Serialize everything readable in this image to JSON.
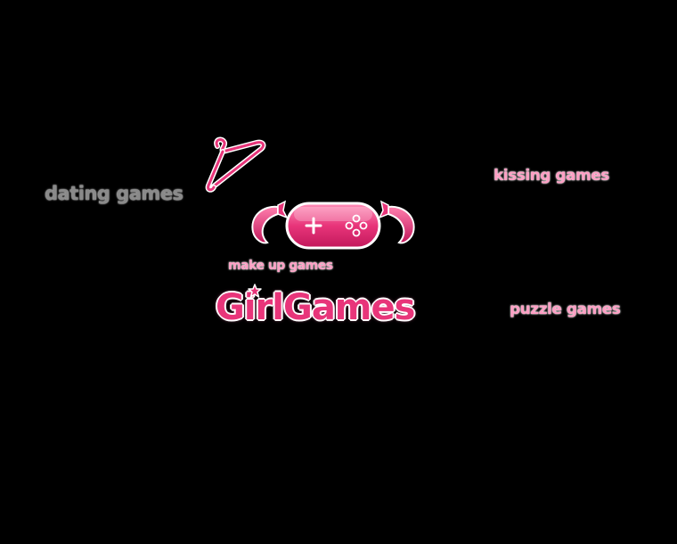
{
  "links": {
    "dating": "dating games",
    "kissing": "kissing games",
    "makeup": "make up games",
    "puzzle": "puzzle games"
  },
  "logo": {
    "text": "GirlGames",
    "icon": "gamepad-with-pigtails-icon"
  },
  "icons": {
    "hanger": "hanger-icon",
    "star": "star-icon"
  },
  "colors": {
    "background": "#000000",
    "pink_primary": "#e8357a",
    "pink_light": "#ff9fc4",
    "gray_link": "#8a8a8a"
  }
}
